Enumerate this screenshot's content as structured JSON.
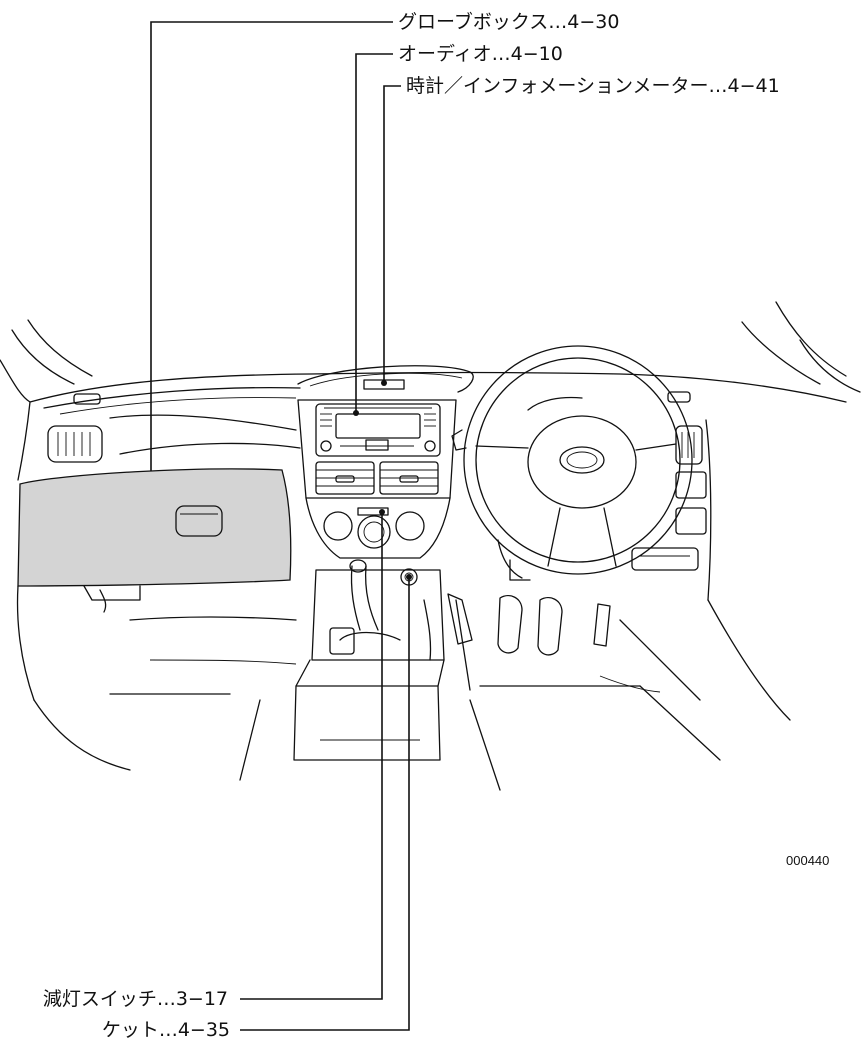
{
  "callouts": [
    {
      "name": "glove-box",
      "label": "グローブボックス…4−30"
    },
    {
      "name": "audio",
      "label": "オーディオ…4−10"
    },
    {
      "name": "clock-info-meter",
      "label": "時計／インフォメーションメーター…4−41"
    },
    {
      "name": "dimmer-switch",
      "label": "減灯スイッチ…3−17"
    },
    {
      "name": "power-socket",
      "label": "ケット…4−35"
    }
  ],
  "figure_id": "000440",
  "colors": {
    "line": "#111111",
    "glove_box_fill": "#d4d4d4",
    "background": "#ffffff"
  }
}
